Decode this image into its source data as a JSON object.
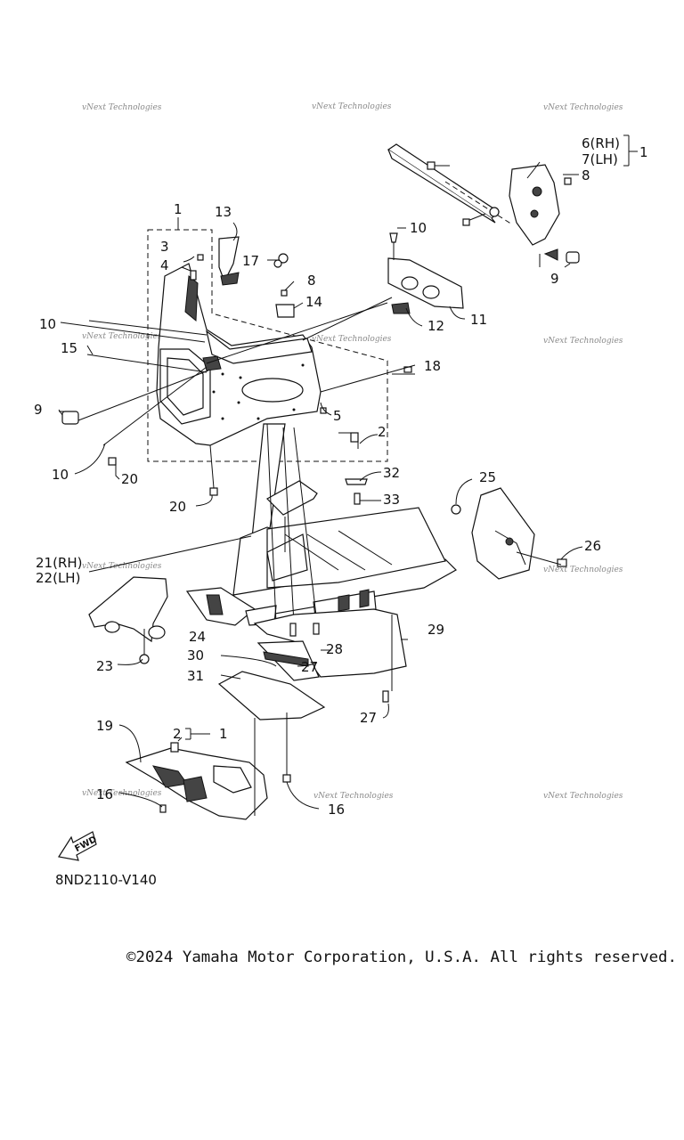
{
  "watermark_text": "vNext Technologies",
  "callouts": {
    "c1_top": "1",
    "c6": "6(RH)",
    "c7": "7(LH)",
    "c1_right": "1",
    "c8_right": "8",
    "c9_right": "9",
    "c10_top": "10",
    "c11": "11",
    "c12": "12",
    "c3": "3",
    "c4": "4",
    "c13": "13",
    "c17": "17",
    "c8_left": "8",
    "c14": "14",
    "c10_left": "10",
    "c15": "15",
    "c18": "18",
    "c9_left": "9",
    "c5": "5",
    "c2_mid": "2",
    "c10_lower": "10",
    "c20_a": "20",
    "c20_b": "20",
    "c32": "32",
    "c33": "33",
    "c25": "25",
    "c26": "26",
    "c21": "21(RH)",
    "c22": "22(LH)",
    "c24": "24",
    "c28": "28",
    "c29": "29",
    "c30": "30",
    "c27_a": "27",
    "c23": "23",
    "c31": "31",
    "c27_b": "27",
    "c19": "19",
    "c2_low": "2",
    "c1_low": "1",
    "c16_a": "16",
    "c16_b": "16"
  },
  "fwd_label": "FWD",
  "diagram_code": "8ND2110-V140",
  "copyright": "©2024 Yamaha Motor Corporation, U.S.A. All rights reserved."
}
